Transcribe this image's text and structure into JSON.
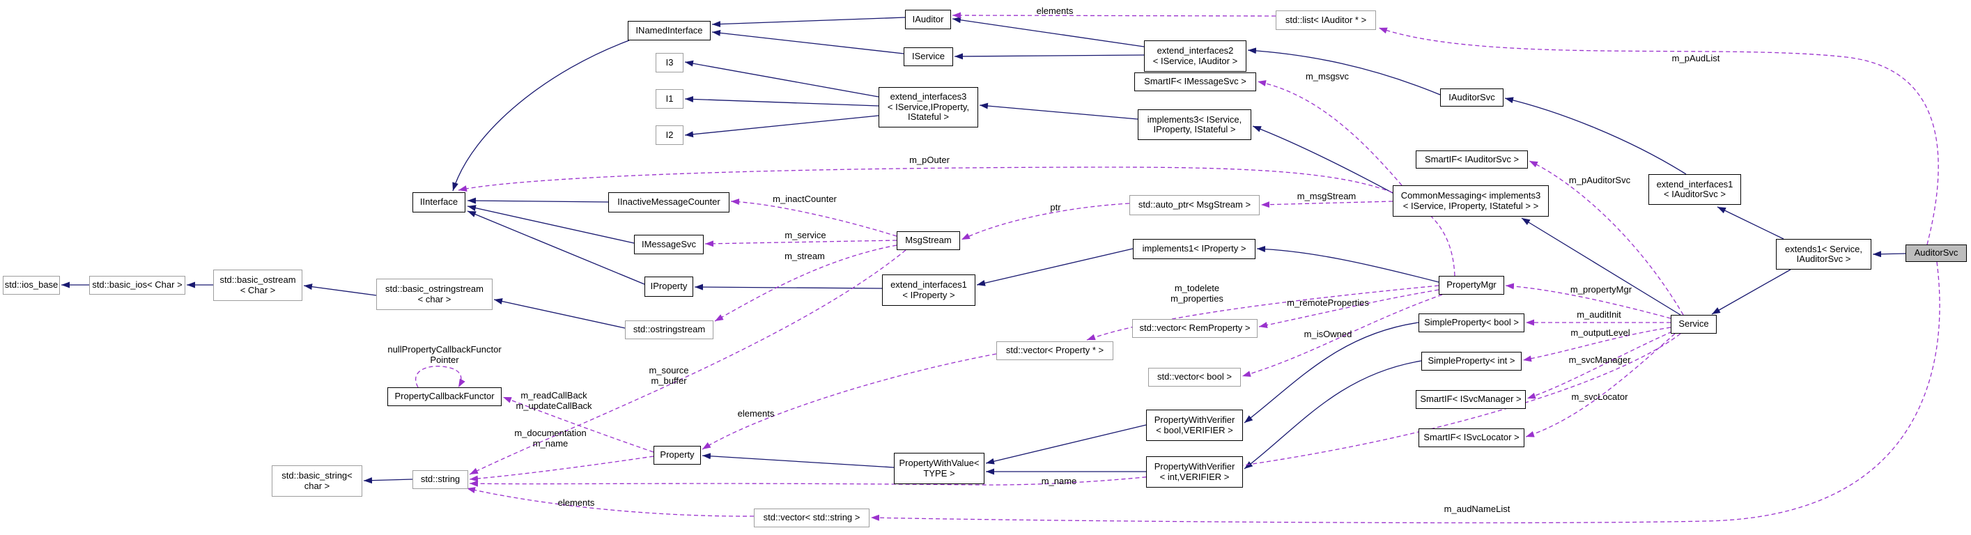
{
  "colors": {
    "inheritance_edge": "#191970",
    "usage_edge": "#9a32cd",
    "selected_fill": "#bdbdbd",
    "node_border": "#000000",
    "external_border": "#9e9e9e"
  },
  "nodes": {
    "iinterface": {
      "label": "IInterface"
    },
    "inamedinterface": {
      "label": "INamedInterface"
    },
    "i3": {
      "label": "I3"
    },
    "i1": {
      "label": "I1"
    },
    "i2": {
      "label": "I2"
    },
    "iinactivemessagecounter": {
      "label": "IInactiveMessageCounter"
    },
    "imessagesvc": {
      "label": "IMessageSvc"
    },
    "iproperty": {
      "label": "IProperty"
    },
    "iauditor": {
      "label": "IAuditor"
    },
    "iservice": {
      "label": "IService"
    },
    "extend_interfaces3": {
      "label": "extend_interfaces3\n< IService,IProperty,\nIStateful >"
    },
    "extend_interfaces2": {
      "label": "extend_interfaces2\n< IService, IAuditor >"
    },
    "std_list_iauditor": {
      "label": "std::list< IAuditor * >"
    },
    "smartif_imessagesvc": {
      "label": "SmartIF< IMessageSvc >"
    },
    "implements3": {
      "label": "implements3< IService,\nIProperty, IStateful >"
    },
    "iauditorsvc": {
      "label": "IAuditorSvc"
    },
    "smartif_iauditorsvc": {
      "label": "SmartIF< IAuditorSvc >"
    },
    "commonmessaging": {
      "label": "CommonMessaging< implements3\n< IService, IProperty, IStateful > >"
    },
    "extend_interfaces1_iauditorsvc": {
      "label": "extend_interfaces1\n< IAuditorSvc >"
    },
    "extends1": {
      "label": "extends1< Service,\nIAuditorSvc >"
    },
    "auditorsvc": {
      "label": "AuditorSvc"
    },
    "service": {
      "label": "Service"
    },
    "msgstream": {
      "label": "MsgStream"
    },
    "extend_interfaces1_iproperty": {
      "label": "extend_interfaces1\n< IProperty >"
    },
    "std_auto_ptr": {
      "label": "std::auto_ptr< MsgStream >"
    },
    "implements1": {
      "label": "implements1< IProperty >"
    },
    "propertymgr": {
      "label": "PropertyMgr"
    },
    "simpleproperty_bool": {
      "label": "SimpleProperty< bool >"
    },
    "simpleproperty_int": {
      "label": "SimpleProperty< int >"
    },
    "smartif_isvcmanager": {
      "label": "SmartIF< ISvcManager >"
    },
    "smartif_isvclocator": {
      "label": "SmartIF< ISvcLocator >"
    },
    "std_vector_remproperty": {
      "label": "std::vector< RemProperty >"
    },
    "std_vector_property": {
      "label": "std::vector< Property * >"
    },
    "std_vector_bool": {
      "label": "std::vector< bool >"
    },
    "pwv_bool": {
      "label": "PropertyWithVerifier\n< bool,VERIFIER >"
    },
    "pwv_int": {
      "label": "PropertyWithVerifier\n< int,VERIFIER >"
    },
    "pwvalue": {
      "label": "PropertyWithValue<\nTYPE >"
    },
    "property": {
      "label": "Property"
    },
    "std_string": {
      "label": "std::string"
    },
    "std_basic_string": {
      "label": "std::basic_string<\nchar >"
    },
    "pcf": {
      "label": "PropertyCallbackFunctor"
    },
    "std_vector_string": {
      "label": "std::vector< std::string >"
    },
    "std_ios_base": {
      "label": "std::ios_base"
    },
    "std_basic_ios": {
      "label": "std::basic_ios< Char >"
    },
    "std_basic_ostream": {
      "label": "std::basic_ostream\n< Char >"
    },
    "std_basic_ostringstream": {
      "label": "std::basic_ostringstream\n< char >"
    },
    "std_ostringstream": {
      "label": "std::ostringstream"
    }
  },
  "edge_labels": {
    "elements_top": {
      "text": "elements"
    },
    "m_paudlist": {
      "text": "m_pAudList"
    },
    "m_msgsvc": {
      "text": "m_msgsvc"
    },
    "m_pouter": {
      "text": "m_pOuter"
    },
    "m_msgstream": {
      "text": "m_msgStream"
    },
    "ptr": {
      "text": "ptr"
    },
    "m_inactcounter": {
      "text": "m_inactCounter"
    },
    "m_service": {
      "text": "m_service"
    },
    "m_stream": {
      "text": "m_stream"
    },
    "m_pauditorsvc": {
      "text": "m_pAuditorSvc"
    },
    "m_todelete": {
      "text": "m_todelete\nm_properties"
    },
    "m_remoteproperties": {
      "text": "m_remoteProperties"
    },
    "m_isowned": {
      "text": "m_isOwned"
    },
    "m_propertymgr": {
      "text": "m_propertyMgr"
    },
    "m_auditinit": {
      "text": "m_auditInit"
    },
    "m_outputlevel": {
      "text": "m_outputLevel"
    },
    "m_svcmanager": {
      "text": "m_svcManager"
    },
    "m_svclocator": {
      "text": "m_svcLocator"
    },
    "m_source": {
      "text": "m_source\nm_buffer"
    },
    "m_readcallback": {
      "text": "m_readCallBack\nm_updateCallBack"
    },
    "nullpcf": {
      "text": "nullPropertyCallbackFunctor\nPointer"
    },
    "m_documentation": {
      "text": "m_documentation\nm_name"
    },
    "elements_mid": {
      "text": "elements"
    },
    "m_name": {
      "text": "m_name"
    },
    "elements_bottom": {
      "text": "elements"
    },
    "m_audnamelist": {
      "text": "m_audNameList"
    }
  }
}
